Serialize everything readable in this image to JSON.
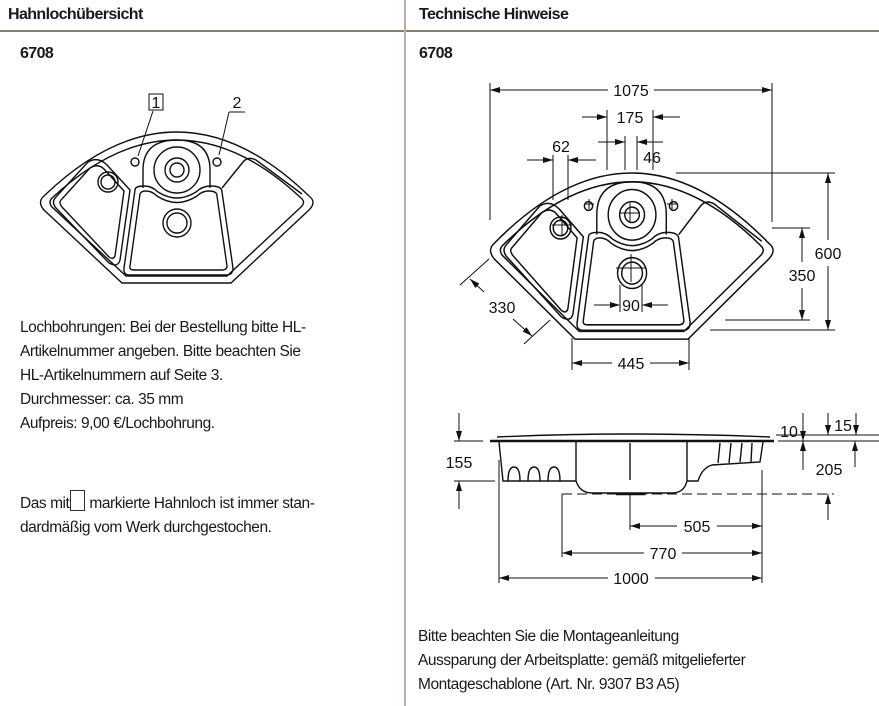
{
  "left": {
    "heading": "Hahnlochübersicht",
    "model": "6708",
    "callouts": [
      "1",
      "2"
    ],
    "info_lines": [
      "Lochbohrungen: Bei der Bestellung bitte HL-",
      "Artikelnummer angeben. Bitte beachten Sie",
      "HL-Artikelnummern auf Seite 3.",
      "Durchmesser: ca. 35 mm",
      "Aufpreis: 9,00 €/Lochbohrung."
    ],
    "note_prefix": "Das mit",
    "note_suffix": "markierte Hahnloch ist immer stan-",
    "note_line2": "dardmäßig vom Werk durchgestochen."
  },
  "right": {
    "heading": "Technische Hinweise",
    "model": "6708",
    "top_view_dimensions": {
      "overall_width": "1075",
      "tap_span": "175",
      "center_offset": "46",
      "tap_hole": "62",
      "depth_total": "600",
      "depth_front": "350",
      "diagonal_side": "330",
      "front_edge": "445",
      "drain": "90"
    },
    "side_view_dimensions": {
      "left_depth": "155",
      "rim": "10",
      "rim_top": "15",
      "bowl_depth": "205",
      "drain_offset": "505",
      "bowl_offset": "770",
      "overall_length": "1000"
    },
    "notes": [
      "Bitte beachten Sie die Montageanleitung",
      "Aussparung der Arbeitsplatte: gemäß mitgelieferter",
      "Montageschablone (Art. Nr. 9307 B3 A5)"
    ]
  }
}
